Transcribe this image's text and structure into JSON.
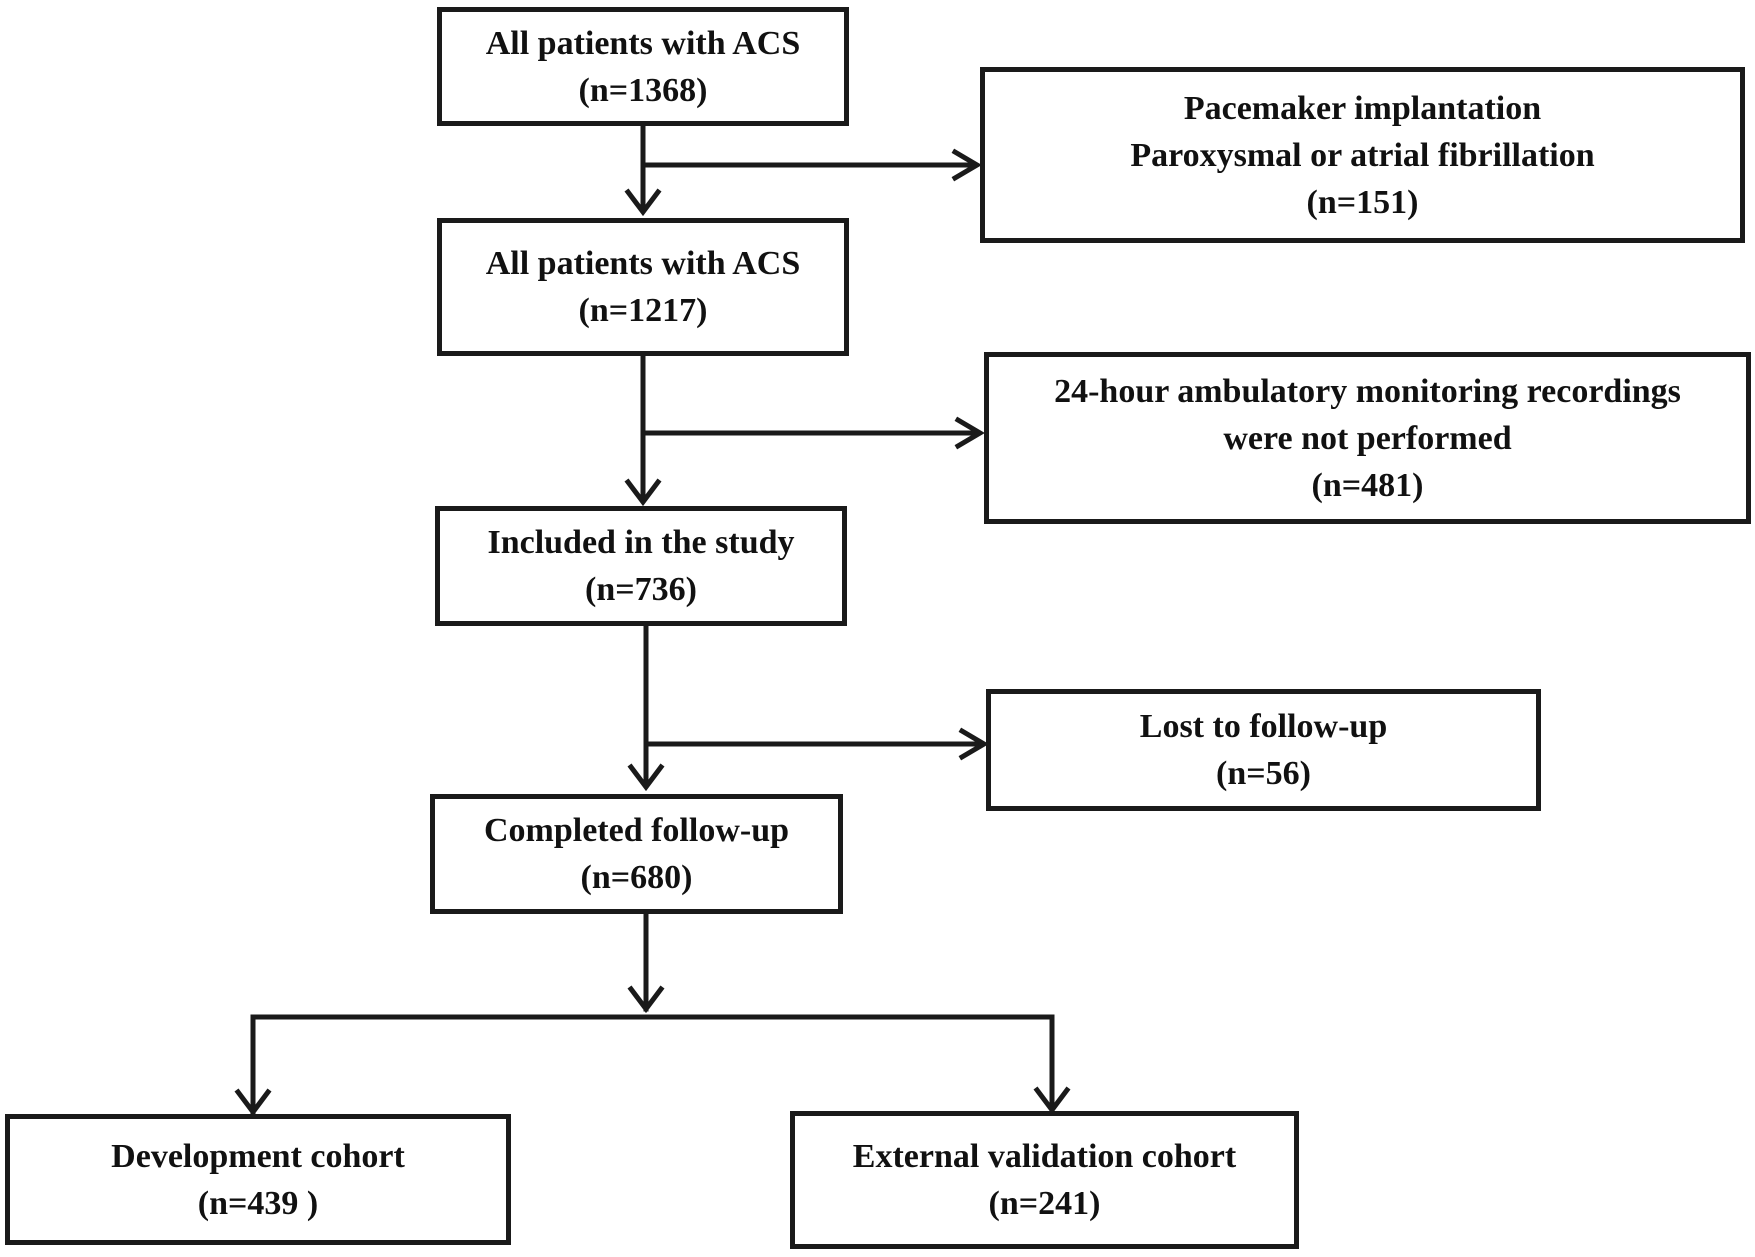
{
  "flow": {
    "all_acs_1": {
      "title": "All patients with ACS",
      "count": "(n=1368)"
    },
    "exclusion_1": {
      "line1": "Pacemaker implantation",
      "line2": "Paroxysmal or atrial fibrillation",
      "count": "(n=151)"
    },
    "all_acs_2": {
      "title": "All patients with ACS",
      "count": "(n=1217)"
    },
    "exclusion_2": {
      "line1": "24-hour ambulatory monitoring recordings",
      "line2": "were not performed",
      "count": "(n=481)"
    },
    "included": {
      "title": "Included in the study",
      "count": "(n=736)"
    },
    "lost": {
      "title": "Lost to follow-up",
      "count": "(n=56)"
    },
    "completed": {
      "title": "Completed follow-up",
      "count": "(n=680)"
    },
    "development": {
      "title": "Development cohort",
      "count": "(n=439 )"
    },
    "validation": {
      "title": "External validation cohort",
      "count": "(n=241)"
    }
  },
  "colors": {
    "line": "#1a1a1a",
    "text": "#111111",
    "background": "#ffffff"
  }
}
